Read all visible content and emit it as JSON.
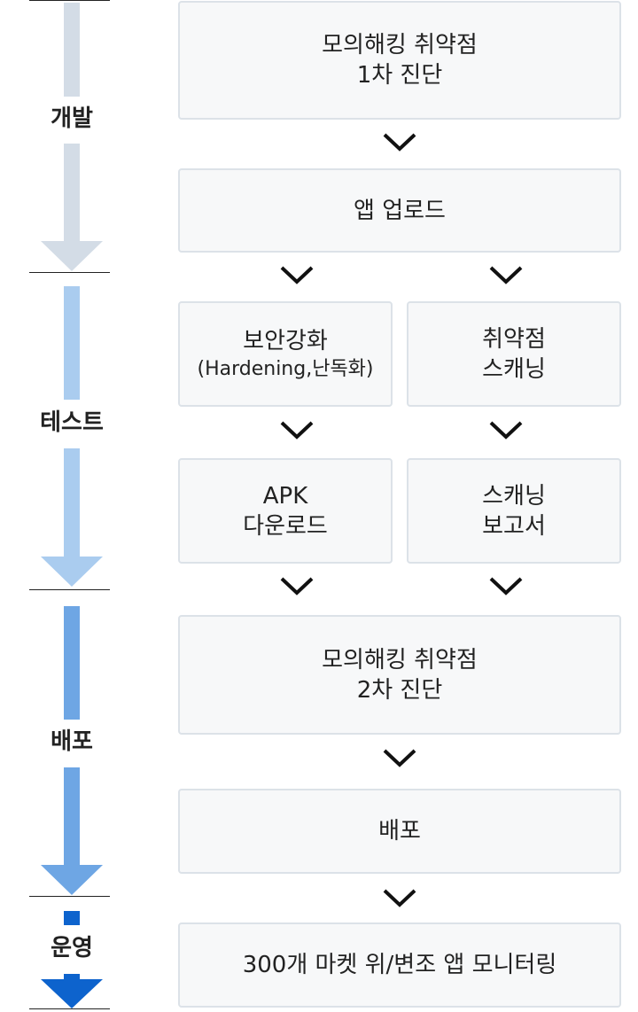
{
  "stages": {
    "dev": {
      "label": "개발",
      "color": "#d3dce6"
    },
    "test": {
      "label": "테스트",
      "color": "#aaccef"
    },
    "deploy": {
      "label": "배포",
      "color": "#6ea6e4"
    },
    "ops": {
      "label": "운영",
      "color": "#0d63cd"
    }
  },
  "steps": {
    "pentest1": {
      "line1": "모의해킹 취약점",
      "line2": "1차 진단"
    },
    "app_upload": {
      "label": "앱 업로드"
    },
    "hardening": {
      "line1": "보안강화",
      "line2": "(Hardening,난독화)"
    },
    "vuln_scan": {
      "line1": "취약점",
      "line2": "스캐닝"
    },
    "apk_download": {
      "line1": "APK",
      "line2": "다운로드"
    },
    "scan_report": {
      "line1": "스캐닝",
      "line2": "보고서"
    },
    "pentest2": {
      "line1": "모의해킹 취약점",
      "line2": "2차 진단"
    },
    "deploy": {
      "label": "배포"
    },
    "monitoring": {
      "label": "300개 마켓 위/변조 앱 모니터링"
    }
  }
}
